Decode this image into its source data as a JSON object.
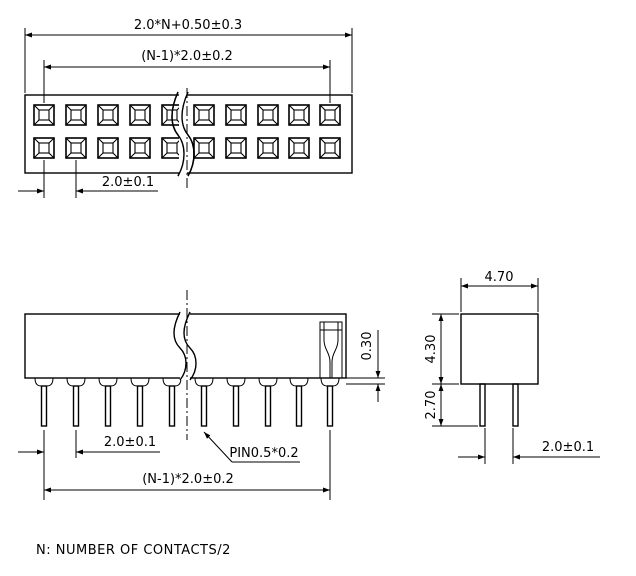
{
  "labels": {
    "top_overall": "2.0*N+0.50±0.3",
    "top_span": "(N-1)*2.0±0.2",
    "top_pitch": "2.0±0.1",
    "side_pitch": "2.0±0.1",
    "side_pin": "PIN0.5*0.2",
    "side_span": "(N-1)*2.0±0.2",
    "side_offset": "0.30",
    "end_width": "4.70",
    "end_height": "4.30",
    "end_pin_length": "2.70",
    "end_pitch": "2.0±0.1"
  },
  "note": "N: NUMBER OF CONTACTS/2"
}
